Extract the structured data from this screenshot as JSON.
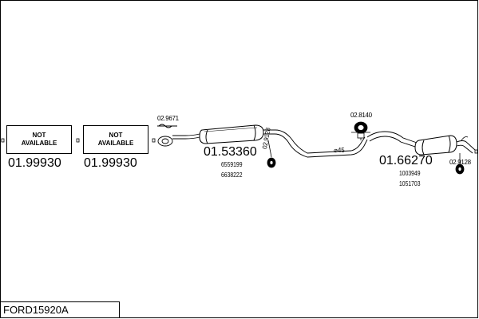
{
  "title": "FORD15920A",
  "not_available_text": {
    "line1": "NOT",
    "line2": "AVAILABLE"
  },
  "parts": {
    "left_part_1": {
      "number": "01.99930"
    },
    "left_part_2": {
      "number": "01.99930"
    },
    "middle_muffler": {
      "number": "01.53360",
      "oem_1": "6559199",
      "oem_2": "6638222"
    },
    "rear_muffler": {
      "number": "01.66270",
      "oem_1": "1003949",
      "oem_2": "1051703"
    }
  },
  "fittings": {
    "gasket_front": "02.9671",
    "hanger_middle": "02.9128",
    "clamp_rear": "02.8140",
    "hanger_rear": "02.9128"
  },
  "pipe_diameter": "⌀45"
}
